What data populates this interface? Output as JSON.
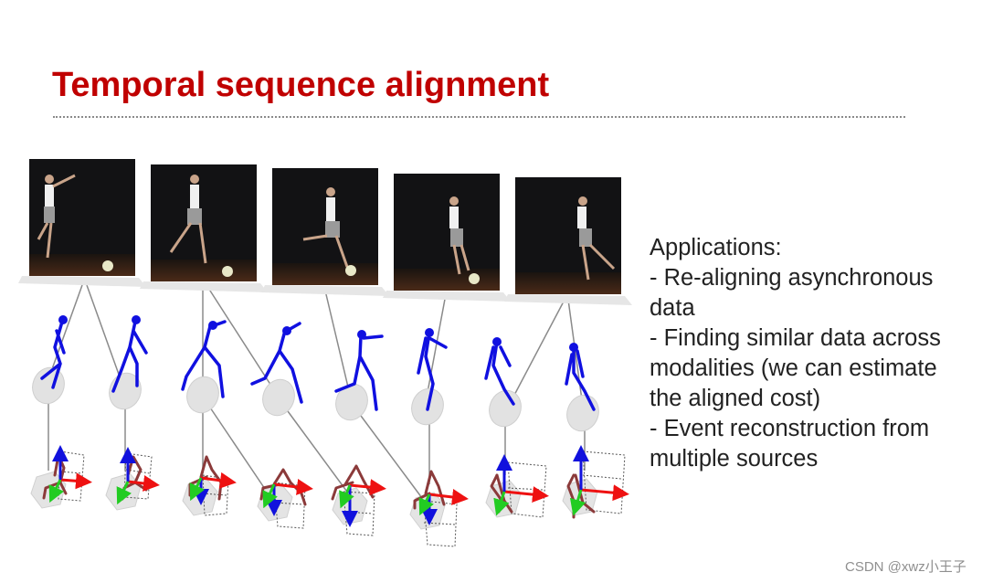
{
  "slide": {
    "title": "Temporal sequence alignment",
    "title_color": "#c00000",
    "applications": {
      "lines": [
        "Applications:",
        "- Re-aligning asynchronous",
        "data",
        "- Finding similar data across",
        "modalities (we can estimate",
        "the aligned cost)",
        "- Event reconstruction from",
        "multiple sources"
      ]
    },
    "figure": {
      "video_frames_count": 5,
      "stick_figures_count": 8,
      "pose_3d_count": 8,
      "stick_color": "#1010e0",
      "skeleton_color": "#8b3a3a",
      "axis_colors": {
        "x": "#ee1111",
        "y": "#22cc22",
        "z": "#1111dd"
      }
    }
  },
  "watermark": "CSDN @xwz小王子"
}
